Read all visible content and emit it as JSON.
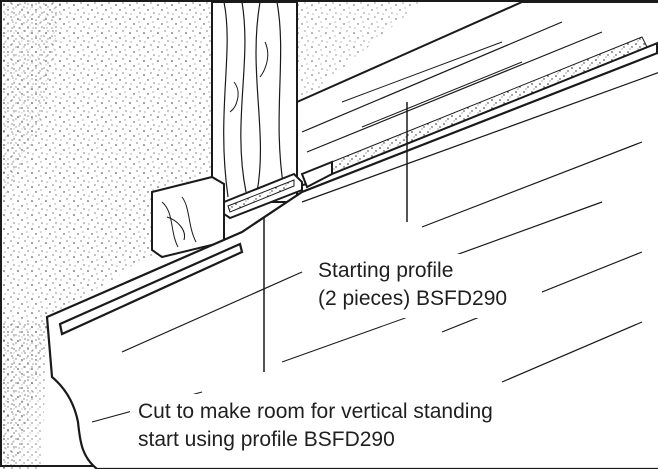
{
  "labels": {
    "starting_profile": {
      "line1": "Starting profile",
      "line2": "(2 pieces) BSFD290"
    },
    "cut_note": {
      "line1": "Cut to make room for vertical standing",
      "line2": "start using profile BSFD290"
    }
  },
  "colors": {
    "ink": "#1a1a1a",
    "paper": "#ffffff",
    "text": "#1f1f1f"
  }
}
